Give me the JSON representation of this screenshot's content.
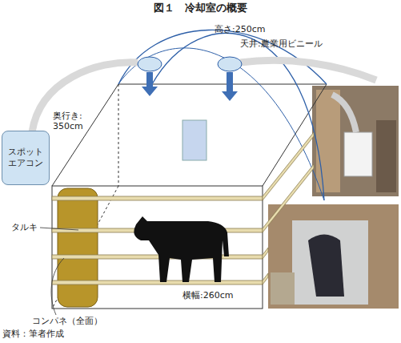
{
  "diagram": {
    "title": "図１　冷却室の概要",
    "caption": "資料：筆者作成",
    "nodes": [
      {
        "text": [
          "スポット エアコン"
        ]
      }
    ],
    "labels": [
      "高さ:250cm",
      "天井:農業用ビニール",
      "奥行き: 350cm",
      "タルキ",
      "横幅:260cm",
      "コンパネ（全面）"
    ]
  }
}
